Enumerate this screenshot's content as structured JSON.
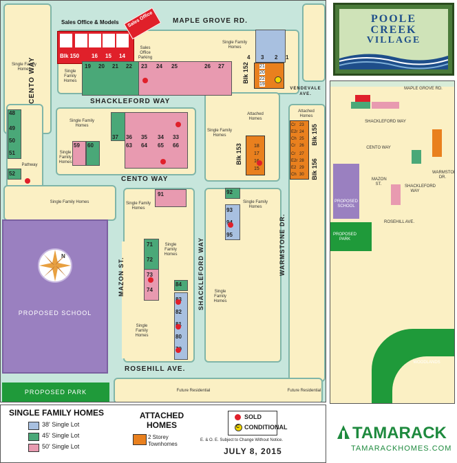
{
  "colors": {
    "lot_land": "#fbf0c4",
    "road": "#ffffff",
    "road_edge": "#7fb5a8",
    "school": "#9a80c0",
    "park": "#1f9a3a",
    "lot_38": "#a8c0e0",
    "lot_45": "#4aa878",
    "lot_50": "#e89ab0",
    "sales": "#e0202a",
    "townhome": "#e9801e",
    "sold": "#e0202a",
    "conditional": "#f4d800",
    "tamarack_green": "#1e8a3e"
  },
  "roads": {
    "maple_grove": "MAPLE GROVE RD.",
    "shackleford_top": "SHACKLEFORD WAY",
    "cento_left": "CENTO WAY",
    "cento_mid": "CENTO WAY",
    "shackleford_vert": "SHACKLEFORD WAY",
    "mazon": "MAZON ST.",
    "warmstone": "WARMSTONE DR.",
    "rosehill": "ROSEHILL AVE.",
    "vendevale": "VENDEVALE AVE.",
    "pathway": "Pathway"
  },
  "areas": {
    "sales_office": "Sales Office",
    "sales_office_parking": "Sales Office Parking",
    "sales_office_models": "Sales Office & Models",
    "single_family": "Single Family Homes",
    "attached": "Attached Homes",
    "future_residential": "Future Residential",
    "proposed_school": "PROPOSED SCHOOL",
    "proposed_park": "PROPOSED PARK"
  },
  "blocks": {
    "blk150": "Blk 150",
    "blk152": "Blk 152",
    "blk153": "Blk 153",
    "blk156": "Blk 156",
    "blk155": "Blk 155"
  },
  "lots": {
    "top_row": [
      "16",
      "15",
      "14"
    ],
    "top_right": [
      "3",
      "2",
      "4",
      "1"
    ],
    "row19": [
      "19",
      "20",
      "21",
      "22",
      "23",
      "24",
      "25",
      "26",
      "27"
    ],
    "shack_row": [
      "37",
      "36",
      "35",
      "34",
      "33",
      "63",
      "64",
      "65",
      "66"
    ],
    "left_col": [
      "48",
      "49",
      "50",
      "51",
      "52"
    ],
    "mid_left": [
      "59",
      "60"
    ],
    "lot91": "91",
    "right_col": [
      "92",
      "93",
      "94",
      "95"
    ],
    "mazon_col": [
      "71",
      "72",
      "73",
      "74"
    ],
    "shack_vert": [
      "84",
      "83",
      "82",
      "81",
      "80",
      "79"
    ],
    "blk152_units": [
      "21",
      "20",
      "22",
      "19"
    ],
    "blk153_units": [
      "18",
      "17",
      "16",
      "15"
    ],
    "blk155_units": [
      "23",
      "24",
      "25",
      "26",
      "27",
      "28",
      "29",
      "30"
    ],
    "blk155_prefix": [
      "Cr",
      "E2r",
      "Ch",
      "Cr",
      "Cr",
      "E2r",
      "E2",
      "Ch"
    ]
  },
  "logo": {
    "line1": "POOLE",
    "line2": "CREEK",
    "line3": "VILLAGE"
  },
  "inset": {
    "maple_grove": "MAPLE GROVE RD.",
    "shackleford": "SHACKLEFORD WAY",
    "cento": "CENTO WAY",
    "school": "PROPOSED SCHOOL",
    "park": "PROPOSED PARK",
    "rosehill": "ROSEHILL AVE.",
    "woodlands": "WOODLANDS",
    "mazon": "MAZON ST.",
    "warmstone": "WARMSTONE DR.",
    "shackleford_vert": "SHACKLEFORD WAY"
  },
  "legend": {
    "single_title": "SINGLE FAMILY HOMES",
    "lot38": "38' Single Lot",
    "lot45": "45' Single Lot",
    "lot50": "50' Single Lot",
    "attached_title": "ATTACHED HOMES",
    "townhomes": "2 Storey Townhomes",
    "sold": "SOLD",
    "conditional": "CONDITIONAL",
    "conditional_letter": "C",
    "disclaimer": "E. & O. E. Subject to Change Without Notice.",
    "date": "JULY 8, 2015"
  },
  "brand": {
    "name": "TAMARACK",
    "url": "TAMARACKHOMES.COM"
  }
}
